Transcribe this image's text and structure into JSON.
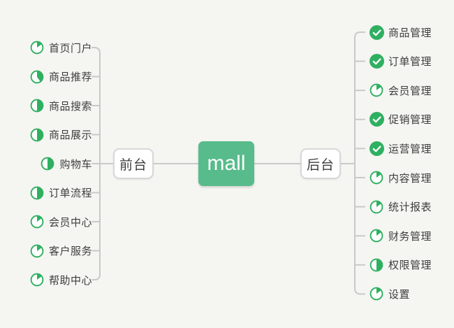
{
  "diagram": {
    "root": {
      "label": "mall"
    },
    "branches": [
      {
        "id": "frontend",
        "label": "前台",
        "side": "left",
        "items": [
          {
            "label": "首页门户",
            "icon": "progress-pie",
            "percent": 15
          },
          {
            "label": "商品推荐",
            "icon": "progress-pie",
            "percent": 40
          },
          {
            "label": "商品搜索",
            "icon": "progress-pie",
            "percent": 50
          },
          {
            "label": "商品展示",
            "icon": "progress-pie",
            "percent": 50
          },
          {
            "label": "购物车",
            "icon": "progress-pie",
            "percent": 50
          },
          {
            "label": "订单流程",
            "icon": "progress-pie",
            "percent": 50
          },
          {
            "label": "会员中心",
            "icon": "progress-pie",
            "percent": 15
          },
          {
            "label": "客户服务",
            "icon": "progress-pie",
            "percent": 15
          },
          {
            "label": "帮助中心",
            "icon": "progress-pie",
            "percent": 15
          }
        ]
      },
      {
        "id": "backend",
        "label": "后台",
        "side": "right",
        "items": [
          {
            "label": "商品管理",
            "icon": "check-circle"
          },
          {
            "label": "订单管理",
            "icon": "check-circle"
          },
          {
            "label": "会员管理",
            "icon": "progress-pie",
            "percent": 15
          },
          {
            "label": "促销管理",
            "icon": "check-circle"
          },
          {
            "label": "运营管理",
            "icon": "check-circle"
          },
          {
            "label": "内容管理",
            "icon": "progress-pie",
            "percent": 15
          },
          {
            "label": "统计报表",
            "icon": "progress-pie",
            "percent": 15
          },
          {
            "label": "财务管理",
            "icon": "progress-pie",
            "percent": 15
          },
          {
            "label": "权限管理",
            "icon": "progress-pie",
            "percent": 50
          },
          {
            "label": "设置",
            "icon": "progress-pie",
            "percent": 15
          }
        ]
      }
    ],
    "colors": {
      "background": "#f5f5f2",
      "line": "#c9c9c9",
      "accent_green": "#2fb061",
      "root_node_bg": "#58bb8b",
      "root_node_text": "#ffffff",
      "node_border": "#d8d8d8",
      "item_text": "#3d3d3d"
    }
  }
}
